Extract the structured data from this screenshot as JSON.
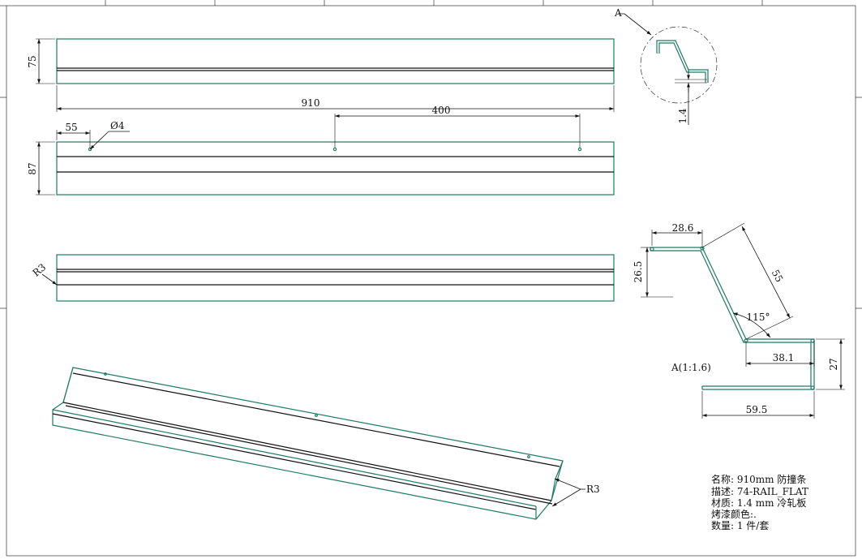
{
  "dimensions": {
    "height_top": "75",
    "length": "910",
    "dist_55": "55",
    "hole_diameter": "Ø4",
    "spacing_400": "400",
    "height_87": "87",
    "radius_r3": "R3",
    "radius_r3_iso": "R3",
    "thickness": "1.4"
  },
  "detail": {
    "callout_label": "A",
    "scale_label": "A(1:1.6)",
    "d_28_6": "28.6",
    "d_26_5": "26.5",
    "d_55": "55",
    "angle": "115°",
    "d_38_1": "38.1",
    "d_27": "27",
    "d_59_5": "59.5"
  },
  "title_block": {
    "name": "名称: 910mm 防撞条",
    "description": "描述: 74-RAIL_FLAT",
    "material": "材质: 1.4 mm 冷轧板",
    "paint": "烤漆颜色:.",
    "quantity": "数量: 1 件/套"
  },
  "colors": {
    "part_outline": "#1f7a66",
    "dimension": "#111111",
    "background": "#ffffff"
  }
}
